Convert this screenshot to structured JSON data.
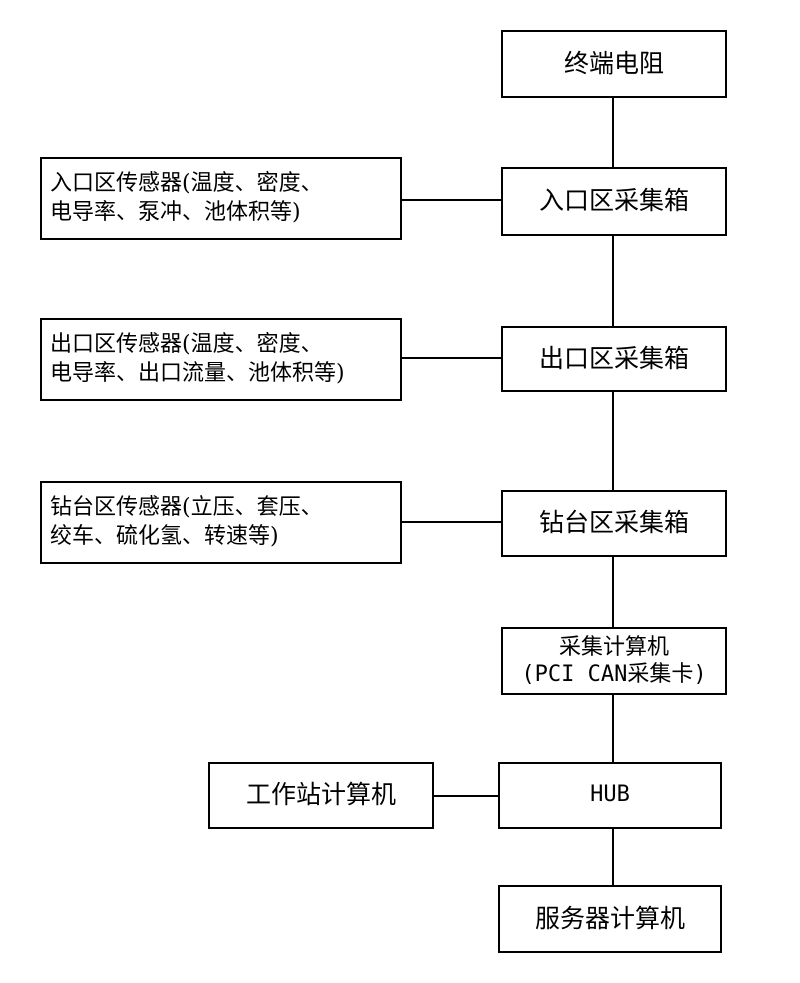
{
  "nodes": {
    "terminal_resistor": "终端电阻",
    "inlet_box": "入口区采集箱",
    "outlet_box": "出口区采集箱",
    "drill_box": "钻台区采集箱",
    "acq_computer_line1": "采集计算机",
    "acq_computer_line2": "(PCI CAN采集卡)",
    "hub": "HUB",
    "server": "服务器计算机",
    "workstation": "工作站计算机"
  },
  "sensors": {
    "inlet_line1": "入口区传感器(温度、密度、",
    "inlet_line2": "电导率、泵冲、池体积等)",
    "outlet_line1": "出口区传感器(温度、密度、",
    "outlet_line2": "电导率、出口流量、池体积等)",
    "drill_line1": "钻台区传感器(立压、套压、",
    "drill_line2": "绞车、硫化氢、转速等)"
  }
}
